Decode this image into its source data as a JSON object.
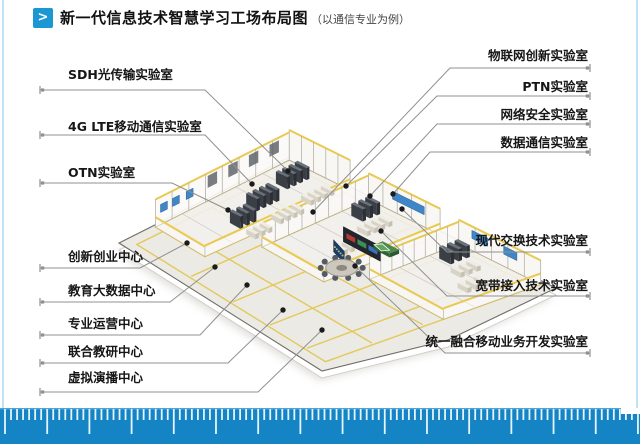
{
  "header": {
    "icon": ">",
    "title": "新一代信息技术智慧学习工场布局图",
    "subtitle": "（以通信专业为例）"
  },
  "callouts": {
    "left": [
      "SDH光传输实验室",
      "4G LTE移动通信实验室",
      "OTN实验室",
      "创新创业中心",
      "教育大数据中心",
      "专业运营中心",
      "联合教研中心",
      "虚拟演播中心"
    ],
    "right": [
      "物联网创新实验室",
      "PTN实验室",
      "网络安全实验室",
      "数据通信实验室",
      "现代交换技术实验室",
      "宽带接入技术实验室",
      "统一融合移动业务开发实验室"
    ]
  },
  "colors": {
    "accent_blue": "#1b97d3",
    "ruler_blue": "#1584c5",
    "floor_yellow": "#e3c85c",
    "callout_line": "#909090",
    "screen_blue": "#3f86c7"
  }
}
